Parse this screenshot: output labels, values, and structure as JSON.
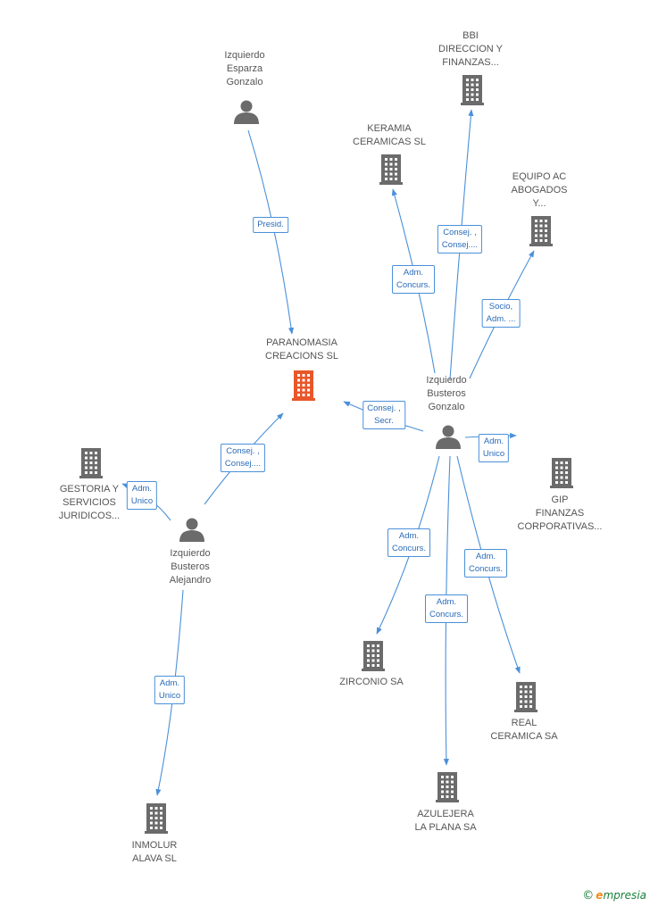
{
  "nodes": [
    {
      "id": "paranomasia",
      "kind": "company",
      "highlight": true,
      "lines": [
        "PARANOMASIA",
        "CREACIONS SL"
      ]
    },
    {
      "id": "esparza",
      "kind": "person",
      "lines": [
        "Izquierdo",
        "Esparza",
        "Gonzalo"
      ]
    },
    {
      "id": "gonzalo",
      "kind": "person",
      "lines": [
        "Izquierdo",
        "Busteros",
        "Gonzalo"
      ]
    },
    {
      "id": "alejandro",
      "kind": "person",
      "lines": [
        "Izquierdo",
        "Busteros",
        "Alejandro"
      ]
    },
    {
      "id": "bbi",
      "kind": "company",
      "lines": [
        "BBI",
        "DIRECCION Y",
        "FINANZAS..."
      ]
    },
    {
      "id": "keramia",
      "kind": "company",
      "lines": [
        "KERAMIA",
        "CERAMICAS SL"
      ]
    },
    {
      "id": "equipo",
      "kind": "company",
      "lines": [
        "EQUIPO AC",
        "ABOGADOS",
        "Y..."
      ]
    },
    {
      "id": "gip",
      "kind": "company",
      "lines": [
        "GIP",
        "FINANZAS",
        "CORPORATIVAS..."
      ]
    },
    {
      "id": "gestoria",
      "kind": "company",
      "lines": [
        "GESTORIA Y",
        "SERVICIOS",
        "JURIDICOS..."
      ]
    },
    {
      "id": "zirconio",
      "kind": "company",
      "lines": [
        "ZIRCONIO SA"
      ]
    },
    {
      "id": "real",
      "kind": "company",
      "lines": [
        "REAL",
        "CERAMICA SA"
      ]
    },
    {
      "id": "azulejera",
      "kind": "company",
      "lines": [
        "AZULEJERA",
        "LA PLANA SA"
      ]
    },
    {
      "id": "inmolur",
      "kind": "company",
      "lines": [
        "INMOLUR",
        "ALAVA  SL"
      ]
    }
  ],
  "edges": [
    {
      "from": "esparza",
      "to": "paranomasia",
      "label": [
        "Presid."
      ]
    },
    {
      "from": "gonzalo",
      "to": "paranomasia",
      "label": [
        "Consej. ,",
        "Secr."
      ]
    },
    {
      "from": "alejandro",
      "to": "paranomasia",
      "label": [
        "Consej. ,",
        "Consej...."
      ]
    },
    {
      "from": "gonzalo",
      "to": "bbi",
      "label": [
        "Consej. ,",
        "Consej...."
      ]
    },
    {
      "from": "gonzalo",
      "to": "keramia",
      "label": [
        "Adm.",
        "Concurs."
      ]
    },
    {
      "from": "gonzalo",
      "to": "equipo",
      "label": [
        "Socio,",
        "Adm. ..."
      ]
    },
    {
      "from": "gonzalo",
      "to": "gip",
      "label": [
        "Adm.",
        "Unico"
      ]
    },
    {
      "from": "gonzalo",
      "to": "zirconio",
      "label": [
        "Adm.",
        "Concurs."
      ]
    },
    {
      "from": "gonzalo",
      "to": "azulejera",
      "label": [
        "Adm.",
        "Concurs."
      ]
    },
    {
      "from": "gonzalo",
      "to": "real",
      "label": [
        "Adm.",
        "Concurs."
      ]
    },
    {
      "from": "alejandro",
      "to": "gestoria",
      "label": [
        "Adm.",
        "Unico"
      ]
    },
    {
      "from": "alejandro",
      "to": "inmolur",
      "label": [
        "Adm.",
        "Unico"
      ]
    }
  ],
  "colors": {
    "edge": "#4a90d9",
    "node": "#6b6b6b",
    "highlight": "#e8572a",
    "label_text": "#2a6bb8"
  },
  "brand": {
    "copyright": "©",
    "e": "e",
    "rest": "mpresia"
  }
}
